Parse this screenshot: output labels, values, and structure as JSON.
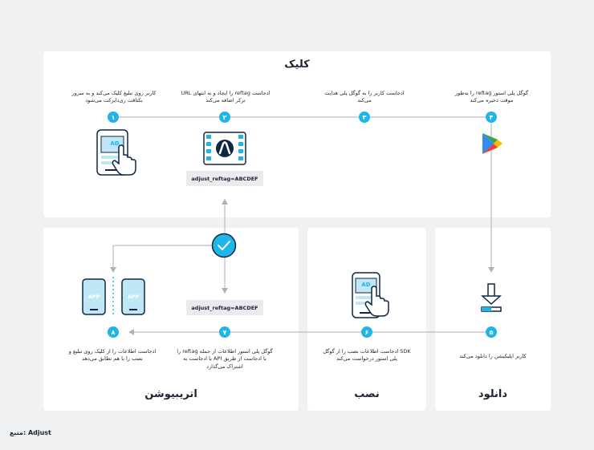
{
  "panels": {
    "click_title": "کلیک",
    "download_title": "دانلود",
    "install_title": "نصب",
    "attribution_title": "اتریبیوشن"
  },
  "steps": [
    {
      "num": "۱",
      "text": "کاربر روی تبلیغ کلیک می‌کند و به سرور بکتاقت ری‌دایرکت می‌شود"
    },
    {
      "num": "۲",
      "text": "ادجاست reftag را ایجاد و به انتهای URL ترکر اضافه می‌کند"
    },
    {
      "num": "۳",
      "text": "ادجاست کاربر را به گوگل پلی هدایت می‌کند"
    },
    {
      "num": "۴",
      "text": "گوگل پلی استور reftag را به‌طور موقت ذخیره می‌کند"
    },
    {
      "num": "۵",
      "text": "کاربر اپلیکیشن را دانلود می‌کند"
    },
    {
      "num": "۶",
      "text": "SDK ادجاست اطلاعات نصب را از گوگل پلی استور درخواست می‌کند"
    },
    {
      "num": "۷",
      "text": "گوگل پلی استور اطلاعات از جمله reftag را با ادجاست از طریق API با ادجاست به اشتراک می‌گذارد"
    },
    {
      "num": "۸",
      "text": "ادجاست اطلاعات را از کلیک روی تبلیغ و نصب را با هم تطابق می‌دهد"
    }
  ],
  "chips": {
    "reftag_top": "adjust_reftag=ABCDEF",
    "reftag_bottom": "adjust_reftag=ABCDEF"
  },
  "icons": {
    "ad_label_top": "AD",
    "ad_label_install": "AD",
    "app_label_left": "APP",
    "app_label_right": "APP"
  },
  "source": "منبع: Adjust",
  "colors": {
    "accent": "#1fb5e8",
    "line": "#a9b2bd",
    "navy": "#0f2744"
  }
}
